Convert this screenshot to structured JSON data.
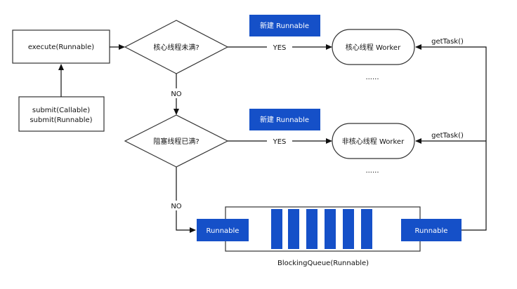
{
  "nodes": {
    "execute": "execute(Runnable)",
    "submit_line1": "submit(Callable)",
    "submit_line2": "submit(Runnable)",
    "decision_core": "核心线程未满?",
    "decision_queue": "阻塞线程已满?",
    "new_runnable_1": "新建 Runnable",
    "new_runnable_2": "新建 Runnable",
    "core_worker": "核心线程 Worker",
    "noncore_worker": "非核心线程 Worker",
    "ellipsis_1": "......",
    "ellipsis_2": "......",
    "queue_left": "Runnable",
    "queue_right": "Runnable",
    "queue_caption": "BlockingQueue(Runnable)"
  },
  "edges": {
    "yes_1": "YES",
    "yes_2": "YES",
    "no_1": "NO",
    "no_2": "NO",
    "gettask_1": "getTask()",
    "gettask_2": "getTask()"
  },
  "colors": {
    "accent": "#1550c8",
    "line": "#111111",
    "border": "#333333",
    "background": "#ffffff"
  }
}
